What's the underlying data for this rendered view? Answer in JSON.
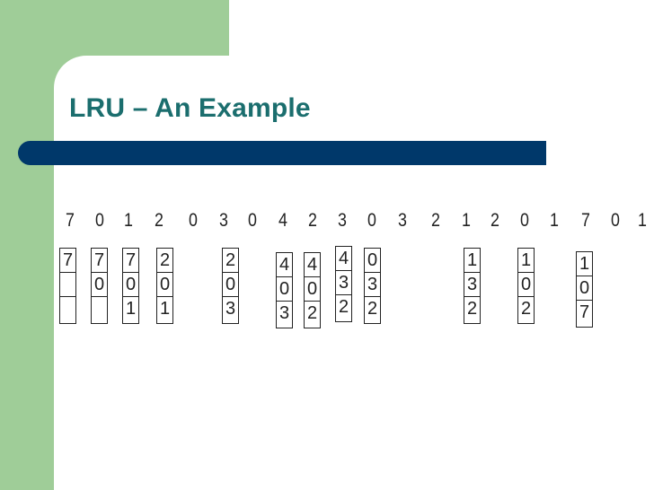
{
  "slide": {
    "title": "LRU – An Example",
    "reference_string": [
      "7",
      "0",
      "1",
      "2",
      "0",
      "3",
      "0",
      "4",
      "2",
      "3",
      "0",
      "3",
      "2",
      "1",
      "2",
      "0",
      "1",
      "7",
      "0",
      "1"
    ],
    "frames": [
      {
        "cells": [
          "7",
          "",
          ""
        ]
      },
      {
        "cells": [
          "7",
          "0",
          ""
        ]
      },
      {
        "cells": [
          "7",
          "0",
          "1"
        ]
      },
      {
        "cells": [
          "2",
          "0",
          "1"
        ]
      },
      {
        "cells": [
          "2",
          "0",
          "3"
        ]
      },
      {
        "cells": [
          "4",
          "0",
          "3"
        ]
      },
      {
        "cells": [
          "4",
          "0",
          "2"
        ]
      },
      {
        "cells": [
          "4",
          "3",
          "2"
        ]
      },
      {
        "cells": [
          "0",
          "3",
          "2"
        ]
      },
      {
        "cells": [
          "1",
          "3",
          "2"
        ]
      },
      {
        "cells": [
          "1",
          "0",
          "2"
        ]
      },
      {
        "cells": [
          "1",
          "0",
          "7"
        ]
      }
    ]
  },
  "colors": {
    "title": "#1b6e6e",
    "title_bar": "#00386a",
    "accent_green": "#9fcd98"
  }
}
